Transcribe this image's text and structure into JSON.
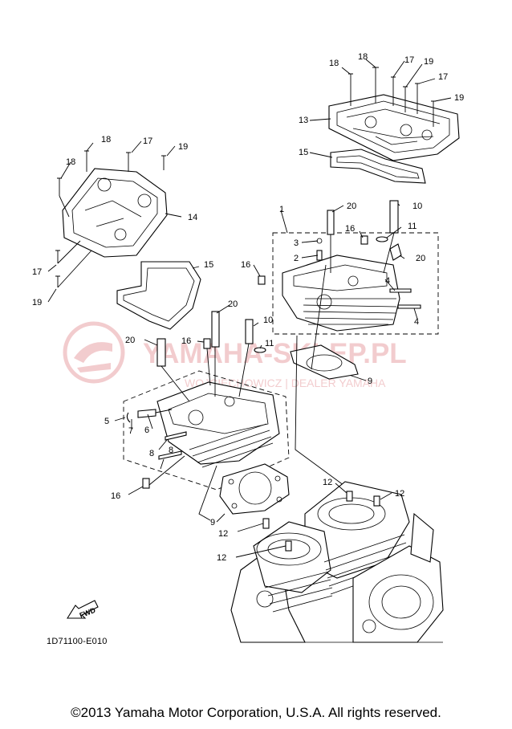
{
  "watermark": {
    "brand": "YAMAHA-SKLEP.PL",
    "subtitle": "WOJCIECHOWICZ | DEALER YAMAHA",
    "color": "#e9a3a7"
  },
  "fwd_label": "FWD",
  "drawing_code": "1D71100-E010",
  "copyright": "©2013 Yamaha Motor Corporation, U.S.A. All rights reserved.",
  "callouts": {
    "c18a": "18",
    "c18b": "18",
    "c17a": "17",
    "c19a": "19",
    "c17b": "17",
    "c19b": "19",
    "c13": "13",
    "c15a": "15",
    "c20a": "20",
    "c10a": "10",
    "c1": "1",
    "c11a": "11",
    "c16a": "16",
    "c3": "3",
    "c2": "2",
    "c20b": "20",
    "c4a": "4",
    "c16b": "16",
    "c4b": "4",
    "c18c": "18",
    "c17c": "17",
    "c19c": "19",
    "c18d": "18",
    "c14": "14",
    "c17d": "17",
    "c19d": "19",
    "c15b": "15",
    "c20c": "20",
    "c10b": "10",
    "c16c": "16",
    "c11b": "11",
    "c20d": "20",
    "c9a": "9",
    "c5": "5",
    "c7": "7",
    "c6": "6",
    "c8a": "8",
    "c8b": "8",
    "c16d": "16",
    "c12a": "12",
    "c12b": "12",
    "c9b": "9",
    "c12c": "12",
    "c12d": "12"
  }
}
